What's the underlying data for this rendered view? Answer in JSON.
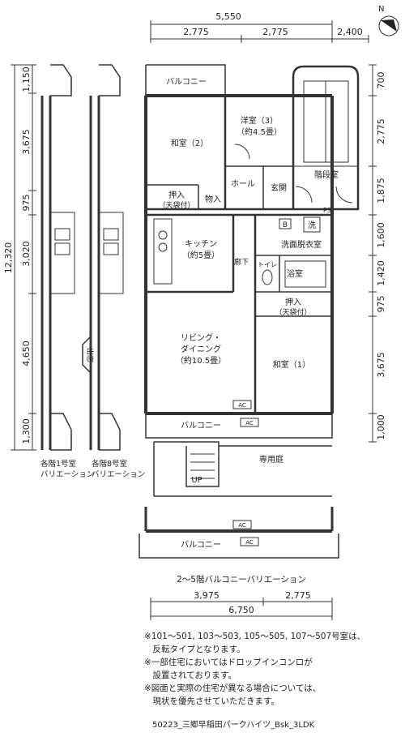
{
  "dimensions": {
    "top_total": "5,550",
    "top_segments": [
      "2,775",
      "2,775",
      "2,400"
    ],
    "left_total": "12,320",
    "left_segments": [
      "1,150",
      "3,675",
      "975",
      "3,020",
      "4,650",
      "1,300"
    ],
    "right_segments": [
      "700",
      "2,775",
      "1,875",
      "1,600",
      "1,420",
      "975",
      "3,675",
      "1,000"
    ],
    "bottom_total": "6,750",
    "bottom_segments": [
      "3,975",
      "2,775"
    ]
  },
  "rooms": {
    "balcony_top": "バルコニー",
    "western_room_3": "洋室（3）",
    "western_room_3_size": "（約4.5畳）",
    "japanese_room_2": "和室（2）",
    "hall": "ホール",
    "entrance": "玄関",
    "stairwell": "階段室",
    "ps": "PS",
    "closet_1": "押入",
    "closet_1_sub": "（天袋付）",
    "storage": "物入",
    "kitchen": "キッチン",
    "kitchen_size": "（約5畳）",
    "corridor": "廊下",
    "toilet": "トイレ",
    "washroom": "洗面脱衣室",
    "bath": "浴室",
    "b_mark": "B",
    "washer_mark": "洗",
    "closet_2": "押入",
    "closet_2_sub": "（天袋付）",
    "living": "リビング・",
    "living_2": "ダイニング",
    "living_size": "（約10.5畳）",
    "japanese_room_1": "和室（1）",
    "balcony_bottom": "バルコニー",
    "private_garden": "専用庭",
    "up": "UP",
    "ac": "AC",
    "bay_window": "出窓"
  },
  "variations": {
    "unit1_line1": "各階1号室",
    "unit1_line2": "バリエーション",
    "unit8_line1": "各階8号室",
    "unit8_line2": "バリエーション",
    "balcony_variation": "2〜5階バルコニーバリエーション"
  },
  "notes": [
    "※101〜501, 103〜503, 105〜505, 107〜507号室は、",
    "　反転タイプとなります。",
    "※一部住宅においてはドロップインコンロが",
    "　設置されております。",
    "※図面と実際の住宅が異なる場合については、",
    "　現状を優先させていただきます。"
  ],
  "footer": "50223_三郷早稲田パークハイツ_Bsk_3LDK",
  "compass": "N"
}
